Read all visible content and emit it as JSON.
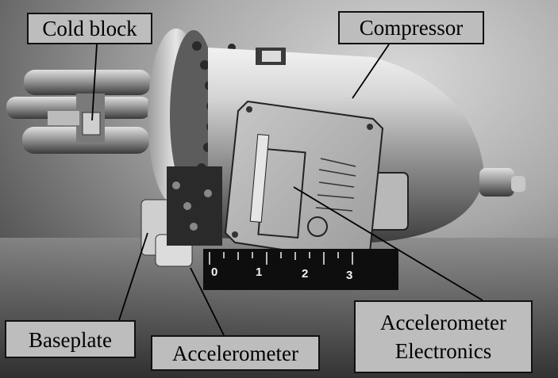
{
  "photo": {
    "subject": "compressor assembly",
    "colors": {
      "background_light": "#d0d0d0",
      "background_mid": "#9a9a9a",
      "background_dark": "#303030",
      "metal_light": "#ececec",
      "metal_dark": "#5a5a5a",
      "ruler": "#111111",
      "ruler_text": "#f2f2f2",
      "callout_fill": "#bdbdbd",
      "callout_border": "#111111"
    },
    "ruler_ticks": [
      "0",
      "1",
      "2",
      "3"
    ]
  },
  "labels": {
    "cold_block": "Cold block",
    "compressor": "Compressor",
    "baseplate": "Baseplate",
    "accelerometer": "Accelerometer",
    "electronics_line1": "Accelerometer",
    "electronics_line2": "Electronics"
  }
}
